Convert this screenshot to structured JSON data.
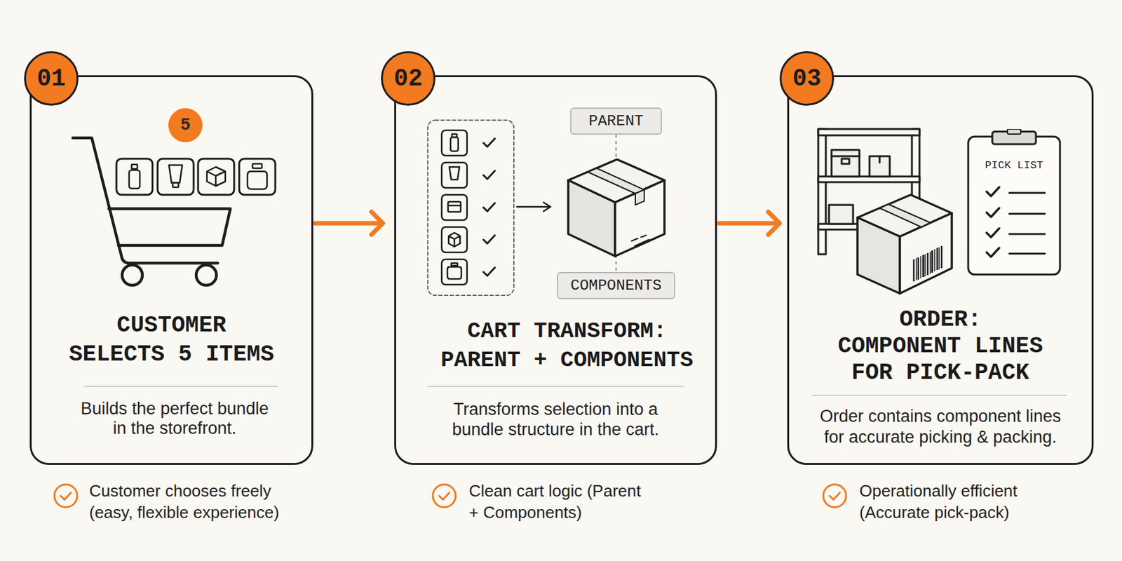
{
  "diagram": {
    "nodes": [
      {
        "text": [
          "CUSTOMER SELECTS 5 ITEMS",
          "Builds the perfect bundle in the storefront."
        ]
      },
      {
        "text": [
          "01"
        ],
        "in": 0
      },
      {
        "text": [
          "5"
        ],
        "in": 0
      },
      {
        "text": [
          "CART TRANSFORM: PARENT + COMPONENTS",
          "Transforms selection into a bundle structure in the cart."
        ]
      },
      {
        "text": [
          "02"
        ],
        "in": 3
      },
      {
        "text": [
          "PARENT"
        ],
        "in": 3
      },
      {
        "text": [
          "COMPONENTS"
        ],
        "in": 3
      },
      {
        "text": [
          "ORDER: COMPONENT LINES FOR PICK-PACK",
          "Order contains component lines for accurate picking & packing."
        ]
      },
      {
        "text": [
          "03"
        ],
        "in": 7
      },
      {
        "text": [
          "PICK LIST"
        ],
        "in": 7
      }
    ],
    "edges": [
      {
        "from": 0,
        "to": 3,
        "arrow": "to"
      },
      {
        "from": 3,
        "to": 7,
        "arrow": "to"
      },
      {
        "from": 5,
        "to": 6,
        "arrow": "none"
      }
    ],
    "labels": [
      "Customer chooses freely (easy, flexible experience)",
      "Clean cart logic (Parent + Components)",
      "Operationally efficient (Accurate pick-pack)"
    ]
  }
}
